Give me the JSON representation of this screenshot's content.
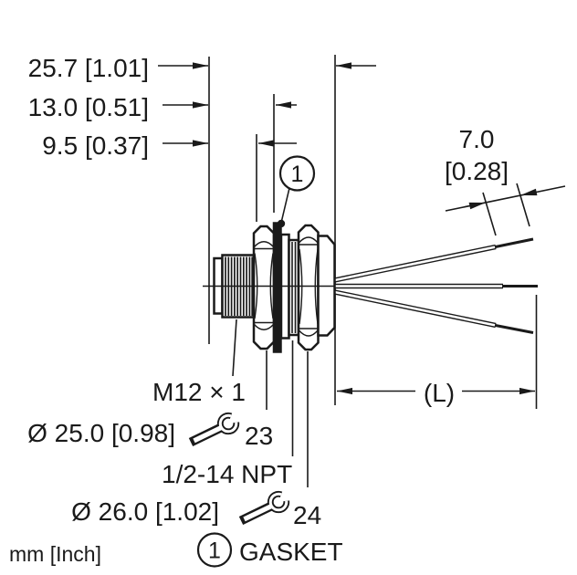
{
  "drawing": {
    "title": "M12 flange receptacle dimension drawing",
    "units_note": "mm [Inch]",
    "dimensions": {
      "overall_length": "25.7 [1.01]",
      "front_to_face": "13.0 [0.51]",
      "thread_length": "9.5 [0.37]",
      "strip_length_value": "7.0",
      "strip_length_inch": "[0.28]",
      "cable_length": "(L)"
    },
    "labels": {
      "thread": "M12 × 1",
      "flange_diameter": "Ø 25.0 [0.98]",
      "wrench_front": "23",
      "conduit_thread": "1/2-14 NPT",
      "wrench_back": "24",
      "body_diameter": "Ø 26.0 [1.02]"
    },
    "callout": {
      "number": "1",
      "legend_number": "1",
      "legend_label": "GASKET"
    },
    "colors": {
      "line": "#1a1a1a",
      "background": "#ffffff"
    }
  }
}
